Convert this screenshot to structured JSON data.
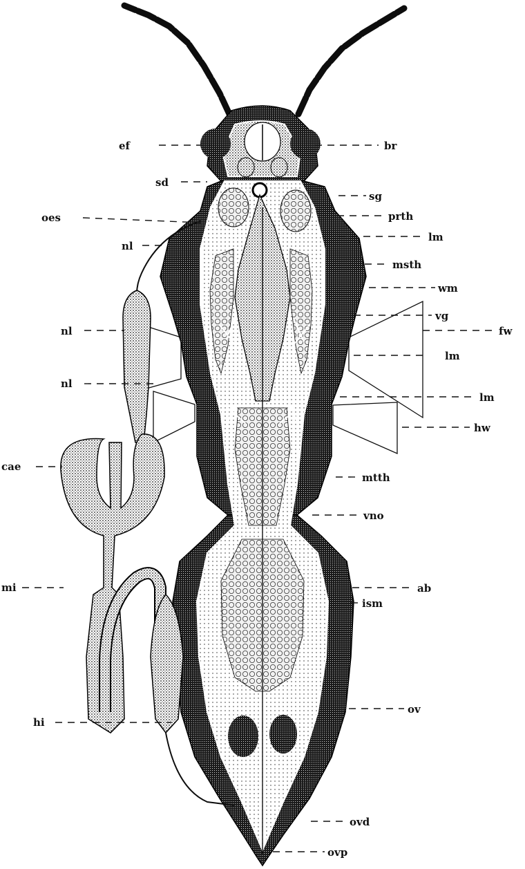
{
  "figure": {
    "labels_left": [
      {
        "id": "ef",
        "text": "ef"
      },
      {
        "id": "sd",
        "text": "sd"
      },
      {
        "id": "oes",
        "text": "oes"
      },
      {
        "id": "nl1",
        "text": "nl"
      },
      {
        "id": "nl2",
        "text": "nl"
      },
      {
        "id": "nl3",
        "text": "nl"
      },
      {
        "id": "cae",
        "text": "cae"
      },
      {
        "id": "mi",
        "text": "mi"
      },
      {
        "id": "hi",
        "text": "hi"
      }
    ],
    "labels_right": [
      {
        "id": "br",
        "text": "br"
      },
      {
        "id": "sg",
        "text": "sg"
      },
      {
        "id": "prth",
        "text": "prth"
      },
      {
        "id": "lm1",
        "text": "lm"
      },
      {
        "id": "msth",
        "text": "msth"
      },
      {
        "id": "wm",
        "text": "wm"
      },
      {
        "id": "vg",
        "text": "vg"
      },
      {
        "id": "fw",
        "text": "fw"
      },
      {
        "id": "lm2",
        "text": "lm"
      },
      {
        "id": "lm3",
        "text": "lm"
      },
      {
        "id": "hw",
        "text": "hw"
      },
      {
        "id": "mtth",
        "text": "mtth"
      },
      {
        "id": "vno",
        "text": "vno"
      },
      {
        "id": "ab",
        "text": "ab"
      },
      {
        "id": "ism",
        "text": "ism"
      },
      {
        "id": "ov",
        "text": "ov"
      },
      {
        "id": "ovd",
        "text": "ovd"
      },
      {
        "id": "ovp",
        "text": "ovp"
      }
    ]
  },
  "colors": {
    "ink": "#0d0d0d",
    "paper": "#ffffff",
    "stipple": "#2a2a2a"
  }
}
